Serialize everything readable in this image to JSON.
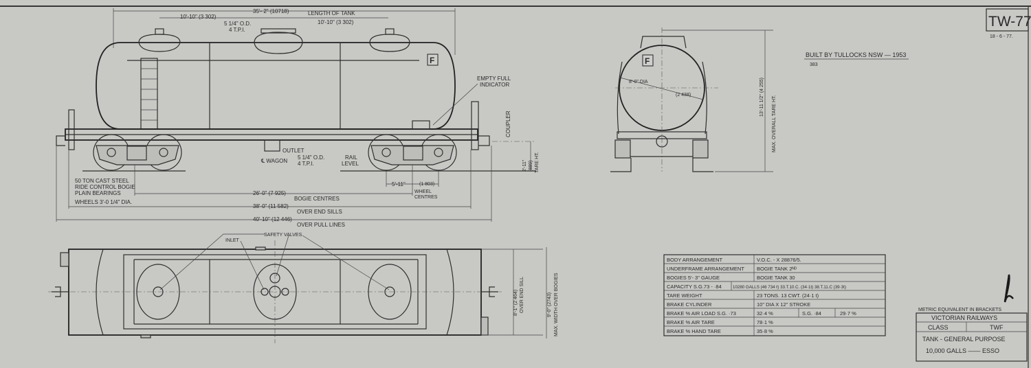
{
  "drawing": {
    "number": "TW-77",
    "date": "18 - 6 - 77.",
    "built_by": "BUILT BY TULLOCKS  NSW — 1953",
    "built_count": "383"
  },
  "side_view": {
    "length_of_tank": "35'- 2\" (10718)",
    "length_of_tank_label": "LENGTH OF TANK",
    "dome_spacing_left": "10'-10\" (3 302)",
    "dome_spacing_right": "10'-10\" (3 302)",
    "dome_od": "5 1/4\" O.D.",
    "dome_tpi": "4 T.P.I.",
    "empty_full_indicator": [
      "EMPTY FULL",
      "INDICATOR"
    ],
    "coupler": "COUPLER",
    "coupler_height": "2'-11\"",
    "coupler_height_metric": "(889)",
    "coupler_height_label": "TARE HT.",
    "outlet": "OUTLET",
    "outlet_od": "5 1/4\" O.D.",
    "outlet_tpi": "4 T.P.I.",
    "wagon_cl": "℄ WAGON",
    "rail_level": [
      "RAIL",
      "LEVEL"
    ],
    "bogie_note": [
      "50 TON CAST STEEL",
      "RIDE CONTROL BOGIE",
      "PLAIN BEARINGS"
    ],
    "wheels": "WHEELS 3'-0 1/4\" DIA.",
    "wheel_centres_dim": "5'-11\"",
    "wheel_centres_metric": "(1 803)",
    "wheel_centres_label": [
      "WHEEL",
      "CENTRES"
    ],
    "bogie_centres_dim": "26'-0\" (7 925)",
    "bogie_centres_label": "BOGIE CENTRES",
    "end_sills_dim": "38'-0\" (11 582)",
    "end_sills_label": "OVER END SILLS",
    "pull_lines_dim": "40'-10\" (12 446)",
    "pull_lines_label": "OVER PULL LINES",
    "logo_letter": "F"
  },
  "end_view": {
    "diameter": "8'-0\" DIA",
    "diameter_metric": "(2 438)",
    "height_dim": "13'-11 1/2\" (4 255)",
    "height_label": "MAX. OVERALL TARE HT.",
    "logo_letter": "F"
  },
  "plan_view": {
    "safety_valves": "SAFETY VALVES",
    "inlet": "INLET",
    "end_sill_width": "8'-1\" (2 464)",
    "end_sill_label": "OVER END SILL",
    "max_width": "9'-0\" (2743)",
    "max_width_label": "MAX. WIDTH OVER BOGIES"
  },
  "spec_table": {
    "rows": [
      {
        "label": "BODY ARRANGEMENT",
        "value": "V.O.C. - X 28876/5."
      },
      {
        "label": "UNDERFRAME ARRANGEMENT",
        "value": "BOGIE TANK 2ᴺᴰ"
      },
      {
        "label": "BOGIES 5'- 3\" GAUGE",
        "value": "BOGIE TANK 30"
      },
      {
        "label": "CAPACITY S.G.73 - ·84",
        "value": "10280 GALLS (46 734 ℓ) 33.T.10.C. (34·1t) 38.T.11.C (39·3t)"
      },
      {
        "label": "TARE WEIGHT",
        "value": "23 TONS. 13 CWT. (24·1 t)"
      },
      {
        "label": "BRAKE CYLINDER",
        "value": "10\" DIA X 12\" STROKE"
      },
      {
        "label": "BRAKE % AIR LOAD S.G. ·73",
        "value": "32·4 %",
        "extra_label": "S.G. ·84",
        "extra_value": "29·7 %"
      },
      {
        "label": "BRAKE % AIR TARE",
        "value": "78·1 %"
      },
      {
        "label": "BRAKE % HAND TARE",
        "value": "35·8 %"
      }
    ]
  },
  "title_block": {
    "metric_note": "METRIC EQUIVALENT IN BRACKETS",
    "railway": "VICTORIAN RAILWAYS",
    "class_label": "CLASS",
    "class_value": "TWF",
    "description": "TANK - GENERAL PURPOSE",
    "capacity_owner": "10,000 GALLS —— ESSO"
  }
}
